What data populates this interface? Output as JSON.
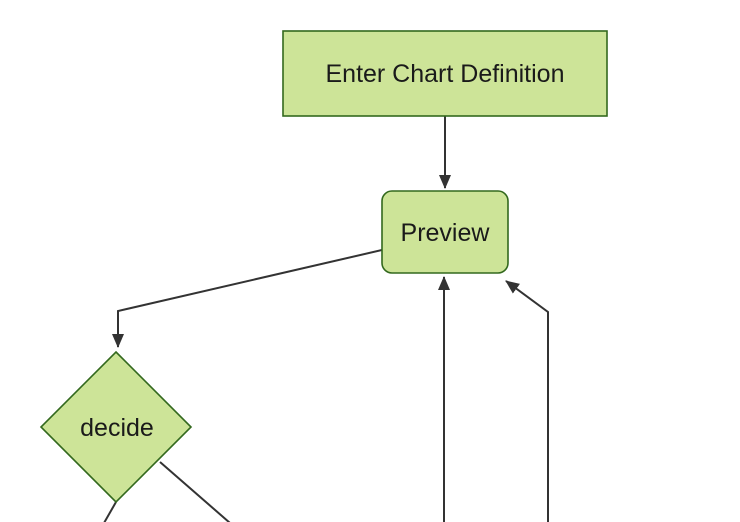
{
  "diagram": {
    "type": "flowchart",
    "direction": "top-down",
    "nodes": [
      {
        "id": "enter-chart-definition",
        "label": "Enter Chart Definition",
        "shape": "rectangle"
      },
      {
        "id": "preview",
        "label": "Preview",
        "shape": "rounded-rectangle"
      },
      {
        "id": "decide",
        "label": "decide",
        "shape": "diamond"
      }
    ],
    "edges": [
      {
        "from": "enter-chart-definition",
        "to": "preview",
        "arrow": true
      },
      {
        "from": "preview",
        "to": "decide",
        "arrow": true
      },
      {
        "from": "offscreen-bottom",
        "to": "preview",
        "arrow": true
      },
      {
        "from": "offscreen-bottom-right",
        "to": "preview",
        "arrow": true
      },
      {
        "from": "decide",
        "to": "offscreen-bottom-left",
        "arrow": false
      },
      {
        "from": "decide",
        "to": "offscreen-bottom-right",
        "arrow": false
      }
    ]
  },
  "theme": {
    "background": "#ffffff",
    "node_fill": "#cde498",
    "node_border": "#33691e",
    "edge_color": "#333333",
    "text_color": "#1a1a1a"
  }
}
